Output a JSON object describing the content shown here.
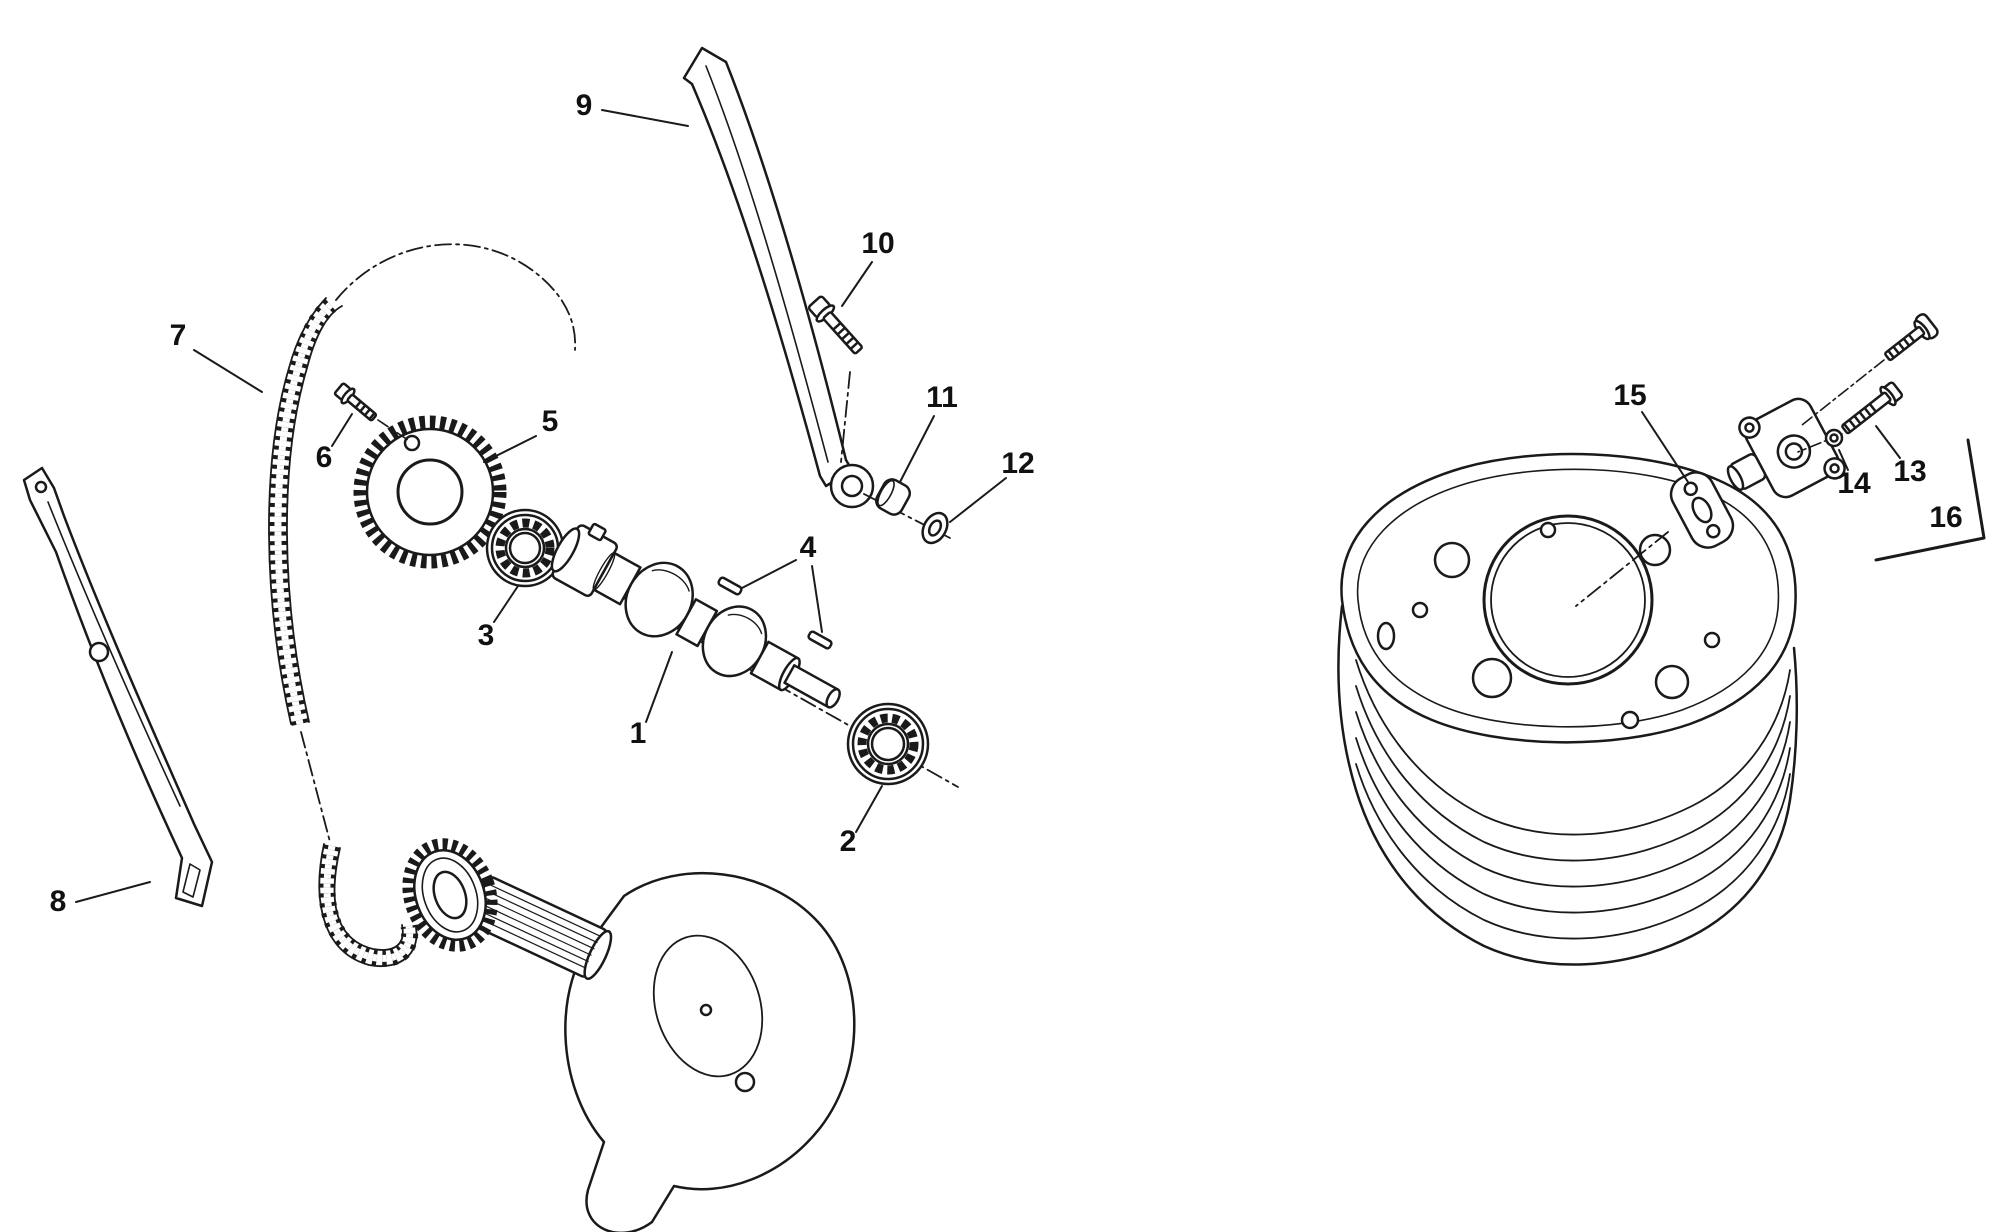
{
  "diagram": {
    "background_color": "#ffffff",
    "line_color": "#1a1a1a",
    "parts": [
      {
        "number": "1",
        "name": "camshaft"
      },
      {
        "number": "2",
        "name": "camshaft-bearing-right"
      },
      {
        "number": "3",
        "name": "camshaft-bearing-left"
      },
      {
        "number": "4",
        "name": "dowel-pins"
      },
      {
        "number": "5",
        "name": "camshaft-sprocket"
      },
      {
        "number": "6",
        "name": "sprocket-bolt"
      },
      {
        "number": "7",
        "name": "timing-chain"
      },
      {
        "number": "8",
        "name": "chain-guide-blade"
      },
      {
        "number": "9",
        "name": "chain-tensioner-arm"
      },
      {
        "number": "10",
        "name": "tensioner-arm-bolt"
      },
      {
        "number": "11",
        "name": "spacer-bushing"
      },
      {
        "number": "12",
        "name": "washer"
      },
      {
        "number": "13",
        "name": "tensioner-bolt"
      },
      {
        "number": "14",
        "name": "tensioner-washer"
      },
      {
        "number": "15",
        "name": "tensioner-gasket"
      },
      {
        "number": "16",
        "name": "tensioner-screw-set"
      }
    ],
    "unnumbered": [
      {
        "name": "crankshaft-with-sprocket"
      },
      {
        "name": "cylinder-block"
      },
      {
        "name": "chain-tensioner-body"
      }
    ]
  }
}
